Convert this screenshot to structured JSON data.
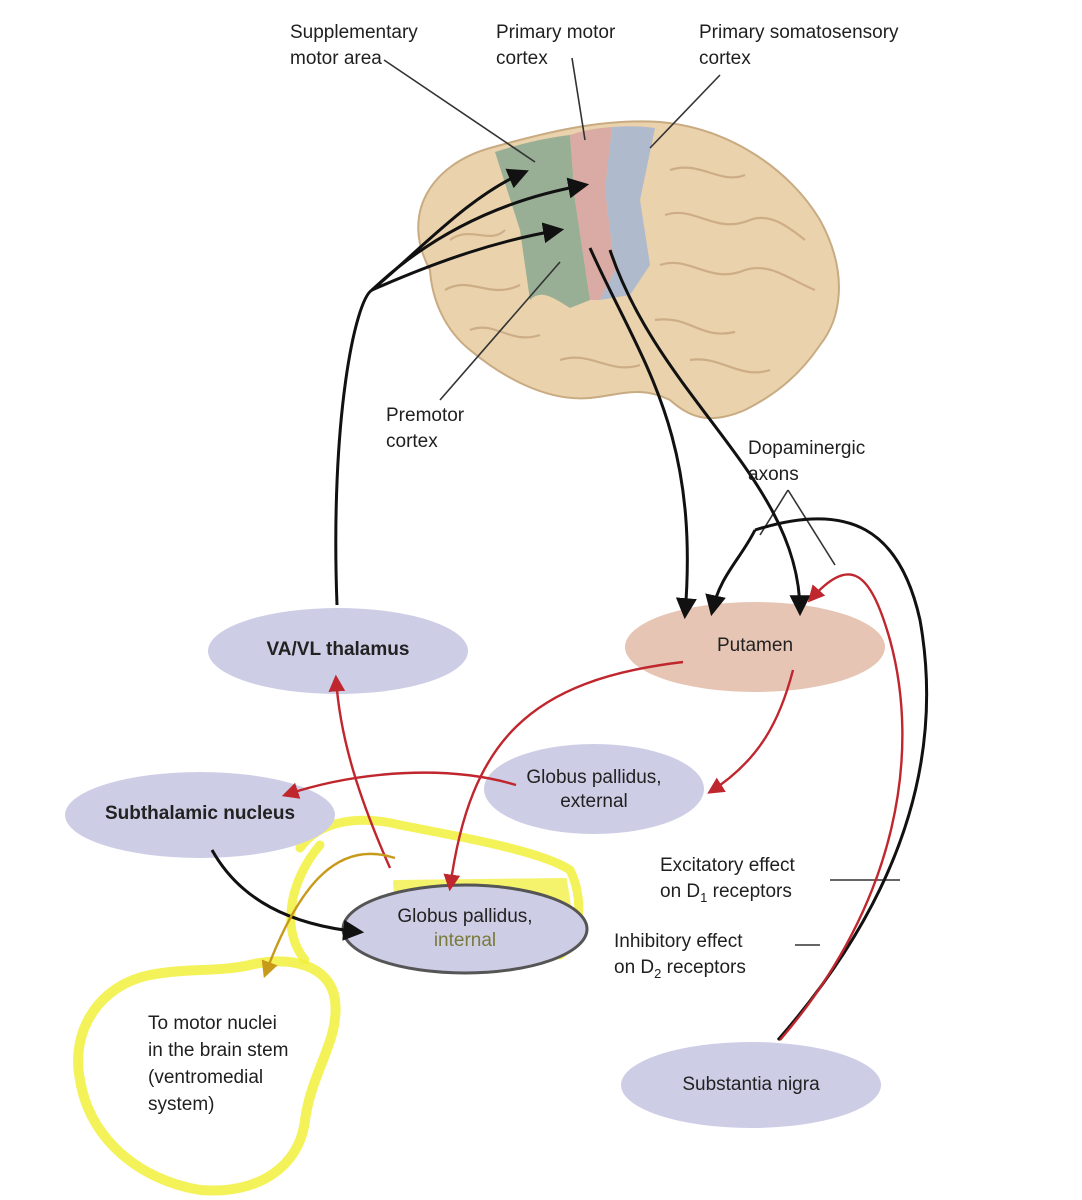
{
  "labels": {
    "supplementary_motor_area": [
      "Supplementary",
      "motor area"
    ],
    "primary_motor_cortex": [
      "Primary motor",
      "cortex"
    ],
    "primary_somatosensory_cortex": [
      "Primary somatosensory",
      "cortex"
    ],
    "premotor_cortex": [
      "Premotor",
      "cortex"
    ],
    "dopaminergic_axons": [
      "Dopaminergic",
      "axons"
    ],
    "excitatory_effect": [
      "Excitatory effect",
      "on D",
      "1",
      " receptors"
    ],
    "inhibitory_effect": [
      "Inhibitory effect",
      "on D",
      "2",
      " receptors"
    ]
  },
  "nodes": {
    "va_vl_thalamus": [
      "VA/VL thalamus"
    ],
    "putamen": [
      "Putamen"
    ],
    "globus_pallidus_external": [
      "Globus pallidus,",
      "external"
    ],
    "subthalamic_nucleus": [
      "Subthalamic nucleus"
    ],
    "globus_pallidus_internal": [
      "Globus pallidus,",
      "internal"
    ],
    "substantia_nigra": [
      "Substantia nigra"
    ],
    "to_motor_nuclei": [
      "To motor nuclei",
      "in the brain stem",
      "(ventromedial",
      "system)"
    ]
  },
  "colors": {
    "node_fill": "#cdcde6",
    "putamen_fill": "#e6c5b5",
    "brain_fill": "#ead2ac",
    "sma_green": "#8aa890",
    "motor_pink": "#d8a6a4",
    "somato_blue": "#a9b7cf",
    "arrow_black": "#111111",
    "arrow_red": "#c0262d",
    "highlight_yellow": "#f2f03c"
  }
}
